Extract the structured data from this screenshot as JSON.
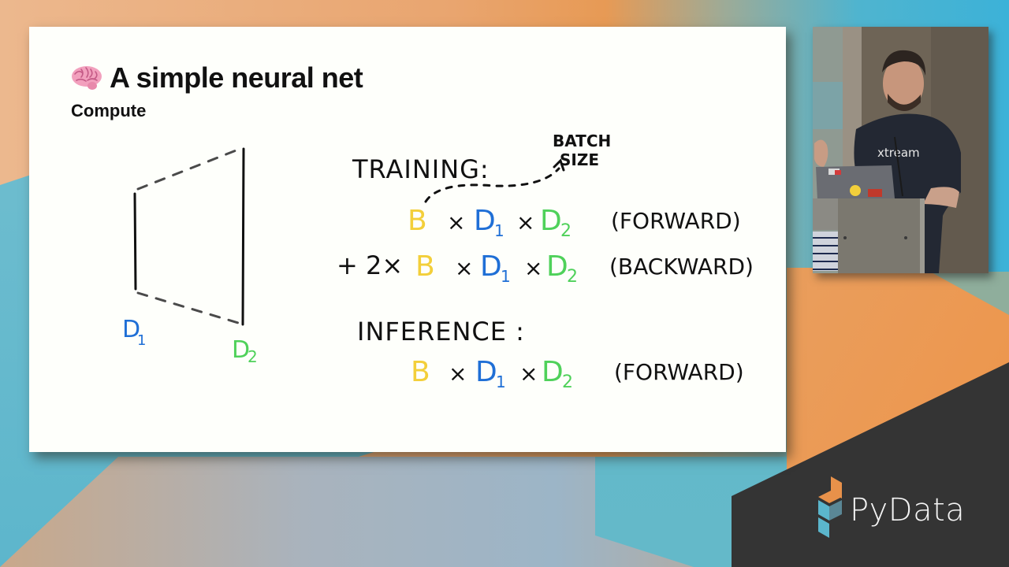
{
  "slide": {
    "title": "A simple neural net",
    "title_icon": "brain-emoji",
    "subtitle": "Compute",
    "diagram": {
      "left_layer_label": "D",
      "left_layer_sub": "1",
      "right_layer_label": "D",
      "right_layer_sub": "2"
    },
    "annotation": {
      "batch_line1": "BATCH",
      "batch_line2": "SIZE"
    },
    "training": {
      "heading": "TRAINING:",
      "forward": {
        "prefix": "",
        "b": "B",
        "x1": "×",
        "d1": "D",
        "d1_sub": "1",
        "x2": "×",
        "d2": "D",
        "d2_sub": "2",
        "label": "(FORWARD)"
      },
      "backward": {
        "prefix": "+ 2×",
        "b": "B",
        "x1": "×",
        "d1": "D",
        "d1_sub": "1",
        "x2": "×",
        "d2": "D",
        "d2_sub": "2",
        "label": "(BACKWARD)"
      }
    },
    "inference": {
      "heading": "INFERENCE :",
      "forward": {
        "b": "B",
        "x1": "×",
        "d1": "D",
        "d1_sub": "1",
        "x2": "×",
        "d2": "D",
        "d2_sub": "2",
        "label": "(FORWARD)"
      }
    },
    "colors": {
      "b": "#f3cf3a",
      "d1": "#1f6fd6",
      "d2": "#4fd15a",
      "ink": "#111111",
      "dash": "#4a4a4a"
    }
  },
  "speaker_video": {
    "shirt_text": "xtream"
  },
  "branding": {
    "logo_text": "PyData",
    "colors": {
      "orange": "#e8914a",
      "teal": "#5bb6cc",
      "teal_dark": "#5a8796",
      "dark_bg": "#343434"
    }
  }
}
